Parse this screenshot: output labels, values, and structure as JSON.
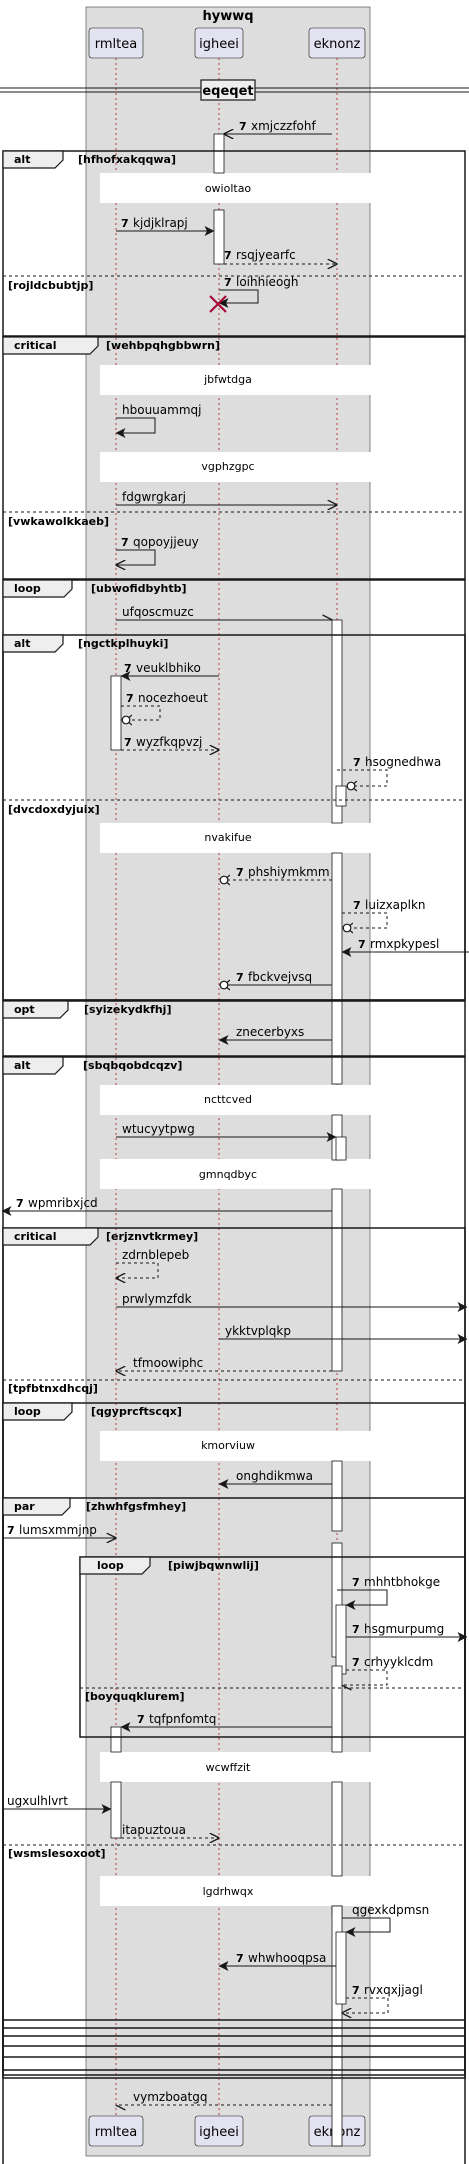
{
  "box": {
    "title": "hywwq"
  },
  "participants": [
    {
      "id": "rmltea",
      "label": "rmltea"
    },
    {
      "id": "igheei",
      "label": "igheei"
    },
    {
      "id": "eknonz",
      "label": "eknonz"
    }
  ],
  "divider": "eqeqet",
  "fragments": [
    {
      "id": "f1",
      "kind": "alt",
      "condition": "[hfhofxakqqwa]",
      "sections": [
        "[rojldcbubtjp]"
      ]
    },
    {
      "id": "f2",
      "kind": "critical",
      "condition": "[wehbpqhgbbwrn]",
      "sections": [
        "[vwkawolkkaeb]"
      ]
    },
    {
      "id": "f3",
      "kind": "loop",
      "condition": "[ubwofidbyhtb]",
      "sections": []
    },
    {
      "id": "f4",
      "kind": "alt",
      "condition": "[ngctkplhuyki]",
      "sections": [
        "[dvcdoxdyjuix]"
      ]
    },
    {
      "id": "f5",
      "kind": "opt",
      "condition": "[syizekydkfhj]",
      "sections": []
    },
    {
      "id": "f6",
      "kind": "alt",
      "condition": "[sbqbqobdcqzv]",
      "sections": []
    },
    {
      "id": "f7",
      "kind": "critical",
      "condition": "[erjznvtkrmey]",
      "sections": [
        "[tpfbtnxdhcqj]"
      ]
    },
    {
      "id": "f8",
      "kind": "loop",
      "condition": "[qgyprcftscqx]",
      "sections": []
    },
    {
      "id": "f9",
      "kind": "par",
      "condition": "[zhwhfgsfmhey]",
      "sections": [
        "[wsmslesoxoot]"
      ]
    },
    {
      "id": "f10",
      "kind": "loop",
      "condition": "[piwjbqwnwlij]",
      "sections": [
        "[boyquqklurem]"
      ]
    }
  ],
  "delays": [
    "owioltao",
    "jbfwtdga",
    "vgphzgpc",
    "nvakifue",
    "ncttcved",
    "gmnqdbyc",
    "kmorviuw",
    "wcwffzit",
    "lgdrhwqx"
  ],
  "messages": [
    {
      "id": "m1",
      "text": "xmjczzfohf",
      "numbered": true
    },
    {
      "id": "m2",
      "text": "kjdjklrapj",
      "numbered": true
    },
    {
      "id": "m3",
      "text": "rsqjyearfc",
      "numbered": true
    },
    {
      "id": "m4",
      "text": "loihhieogh",
      "numbered": true
    },
    {
      "id": "m5",
      "text": "hbouuammqj",
      "numbered": false
    },
    {
      "id": "m6",
      "text": "fdgwrgkarj",
      "numbered": false
    },
    {
      "id": "m7",
      "text": "qopoyjjeuy",
      "numbered": true
    },
    {
      "id": "m8",
      "text": "ufqoscmuzc",
      "numbered": false
    },
    {
      "id": "m9",
      "text": "veuklbhiko",
      "numbered": true
    },
    {
      "id": "m10",
      "text": "nocezhoeut",
      "numbered": true
    },
    {
      "id": "m11",
      "text": "wyzfkqpvzj",
      "numbered": true
    },
    {
      "id": "m12",
      "text": "hsognedhwa",
      "numbered": true
    },
    {
      "id": "m13",
      "text": "phshiymkmm",
      "numbered": true
    },
    {
      "id": "m14",
      "text": "luizxaplkn",
      "numbered": true
    },
    {
      "id": "m15",
      "text": "rmxpkypesl",
      "numbered": true
    },
    {
      "id": "m16",
      "text": "fbckvejvsq",
      "numbered": true
    },
    {
      "id": "m17",
      "text": "znecerbyxs",
      "numbered": false
    },
    {
      "id": "m18",
      "text": "wtucyytpwg",
      "numbered": false
    },
    {
      "id": "m19",
      "text": "wpmribxjcd",
      "numbered": true
    },
    {
      "id": "m20",
      "text": "zdrnblepeb",
      "numbered": false
    },
    {
      "id": "m21",
      "text": "prwlymzfdk",
      "numbered": false
    },
    {
      "id": "m22",
      "text": "ykktvplqkp",
      "numbered": false
    },
    {
      "id": "m23",
      "text": "tfmoowiphc",
      "numbered": false
    },
    {
      "id": "m24",
      "text": "onghdikmwa",
      "numbered": false
    },
    {
      "id": "m25",
      "text": "lumsxmmjnp",
      "numbered": true
    },
    {
      "id": "m26",
      "text": "mhhtbhokge",
      "numbered": true
    },
    {
      "id": "m27",
      "text": "hsgmurpumg",
      "numbered": true
    },
    {
      "id": "m28",
      "text": "crhyyklcdm",
      "numbered": true
    },
    {
      "id": "m29",
      "text": "tqfpnfomtq",
      "numbered": true
    },
    {
      "id": "m30",
      "text": "ugxulhlvrt",
      "numbered": false
    },
    {
      "id": "m31",
      "text": "itapuztoua",
      "numbered": false
    },
    {
      "id": "m32",
      "text": "qgexkdpmsn",
      "numbered": false
    },
    {
      "id": "m33",
      "text": "whwhooqpsa",
      "numbered": true
    },
    {
      "id": "m34",
      "text": "rvxqxjjagl",
      "numbered": true
    },
    {
      "id": "m35",
      "text": "vymzboatgq",
      "numbered": false
    }
  ]
}
